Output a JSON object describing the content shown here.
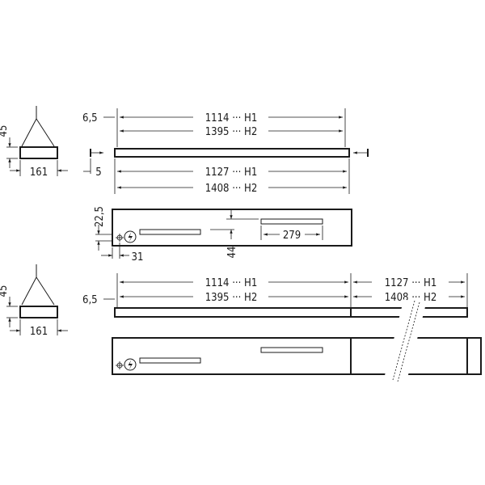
{
  "labels": {
    "top_dim_6_5": "6,5",
    "top_1114_h1": "1114 ··· H1",
    "top_1395_h2": "1395 ··· H2",
    "top_5": "5",
    "top_1127_h1": "1127 ··· H1",
    "top_1408_h2": "1408 ··· H2",
    "side_45_a": "45",
    "side_161_a": "161",
    "plan_22_5": "22,5",
    "plan_31": "31",
    "plan_44": "44",
    "plan_279": "279",
    "side_45_b": "45",
    "side_161_b": "161",
    "row_6_5": "6,5",
    "row_1114_h1": "1114 ··· H1",
    "row_1395_h2": "1395 ··· H2",
    "row_1127_h1": "1127 ··· H1",
    "row_1408_h2": "1408 ··· H2"
  },
  "icons": {
    "driver_symbol": "lightning-bolt-in-circle",
    "ground_symbol": "earth-ground-crosshair"
  }
}
